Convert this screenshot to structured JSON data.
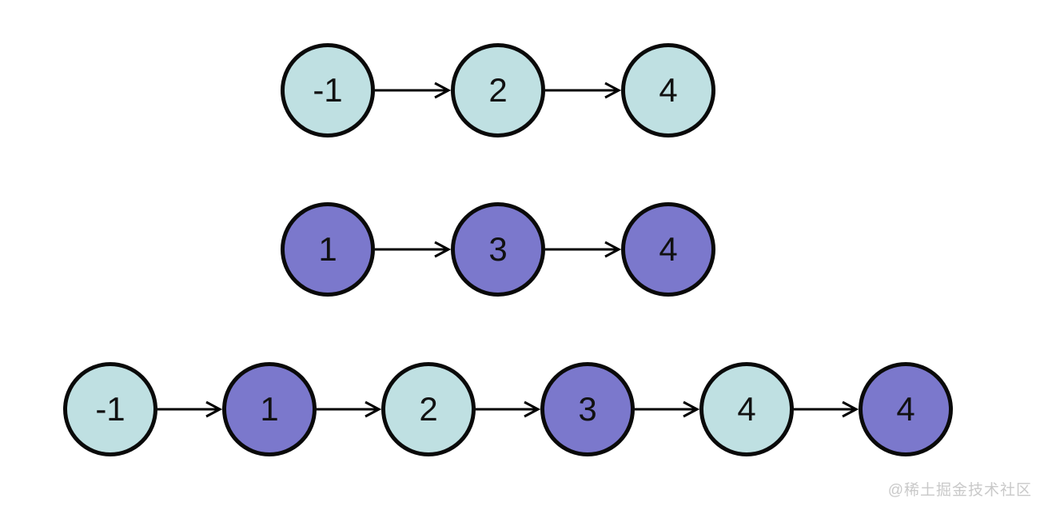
{
  "diagram": {
    "colors": {
      "teal": "#bfe0e2",
      "purple": "#7b78cc",
      "outline": "#0a0a0a",
      "arrow": "#000000"
    },
    "rows": [
      {
        "name": "linked-list-top",
        "nodes": [
          {
            "value": "-1",
            "fill": "teal"
          },
          {
            "value": "2",
            "fill": "teal"
          },
          {
            "value": "4",
            "fill": "teal"
          }
        ]
      },
      {
        "name": "linked-list-middle",
        "nodes": [
          {
            "value": "1",
            "fill": "purple"
          },
          {
            "value": "3",
            "fill": "purple"
          },
          {
            "value": "4",
            "fill": "purple"
          }
        ]
      },
      {
        "name": "linked-list-merged",
        "nodes": [
          {
            "value": "-1",
            "fill": "teal"
          },
          {
            "value": "1",
            "fill": "purple"
          },
          {
            "value": "2",
            "fill": "teal"
          },
          {
            "value": "3",
            "fill": "purple"
          },
          {
            "value": "4",
            "fill": "teal"
          },
          {
            "value": "4",
            "fill": "purple"
          }
        ]
      }
    ]
  },
  "watermark": {
    "text": "@稀土掘金技术社区",
    "color": "#c9c9c9"
  }
}
